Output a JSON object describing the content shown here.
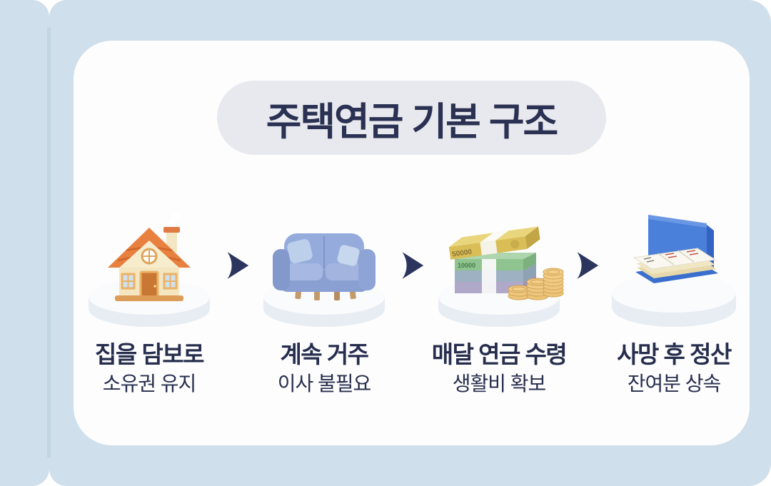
{
  "page": {
    "frame_color": "#cfdfeb",
    "seam_color": "#c2d5e3",
    "card_color": "#fdfdfe",
    "pill_color": "#e8e9ee",
    "navy_text_color": "#272e4d",
    "arrow_color": "#2b355e"
  },
  "header": {
    "title": "주택연금 기본 구조"
  },
  "steps": [
    {
      "icon": "house-3d",
      "label": "집을 담보로",
      "sublabel": "소유권 유지"
    },
    {
      "icon": "sofa-3d",
      "label": "계속 거주",
      "sublabel": "이사 불필요"
    },
    {
      "icon": "money-stacks-3d",
      "label": "매달 연금 수령",
      "sublabel": "생활비 확보",
      "banknote_labels": [
        "50000",
        "10000"
      ]
    },
    {
      "icon": "bankbook-3d",
      "label": "사망 후 정산",
      "sublabel": "잔여분 상속"
    }
  ]
}
